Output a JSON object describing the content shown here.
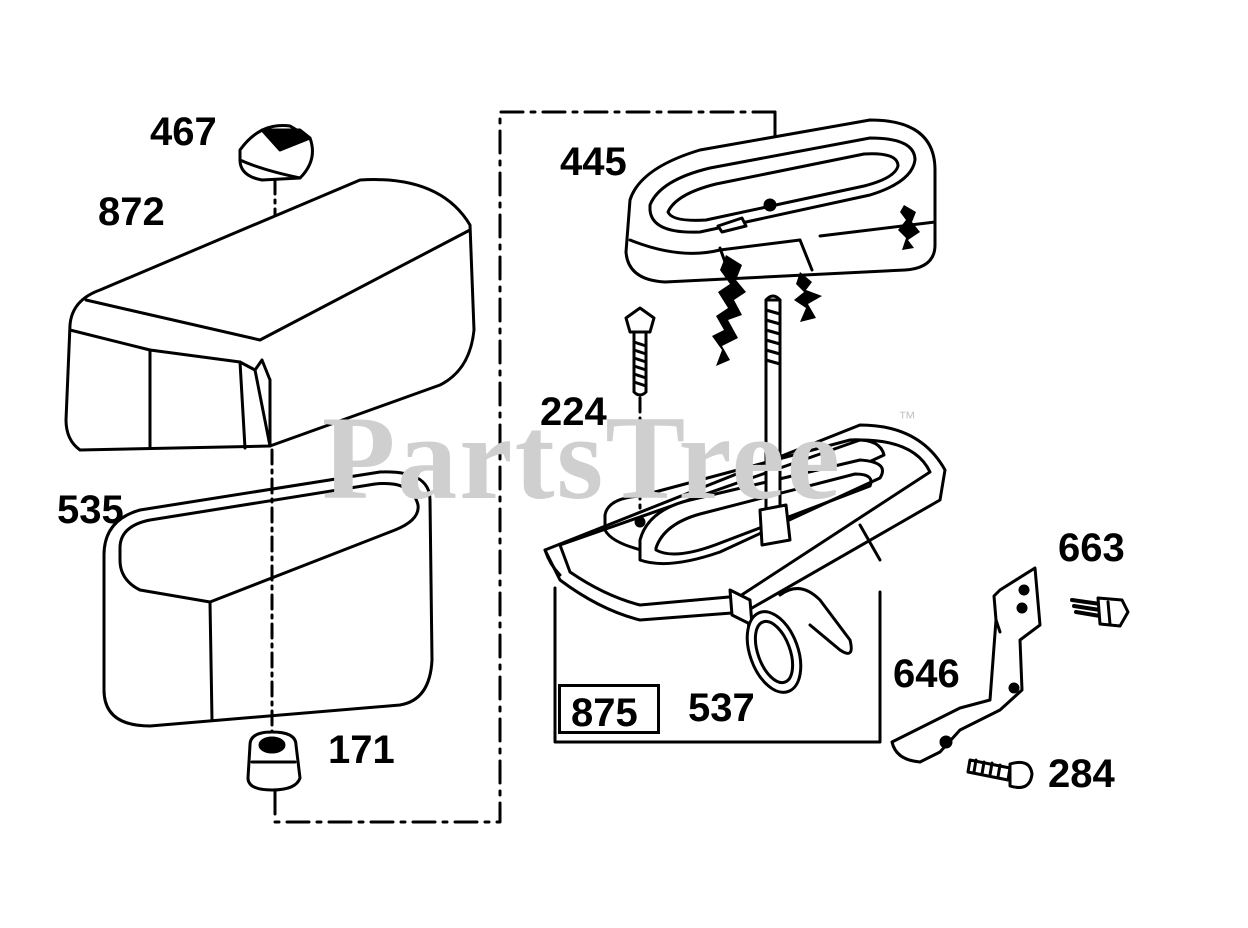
{
  "watermark": {
    "text": "PartsTree",
    "mark": "™"
  },
  "parts": {
    "p467": "467",
    "p872": "872",
    "p445": "445",
    "p224": "224",
    "p535": "535",
    "p663": "663",
    "p646": "646",
    "p875": "875",
    "p537": "537",
    "p171": "171",
    "p284": "284"
  },
  "colors": {
    "line": "#000000",
    "watermark": "#cfcfcf",
    "background": "#ffffff"
  }
}
